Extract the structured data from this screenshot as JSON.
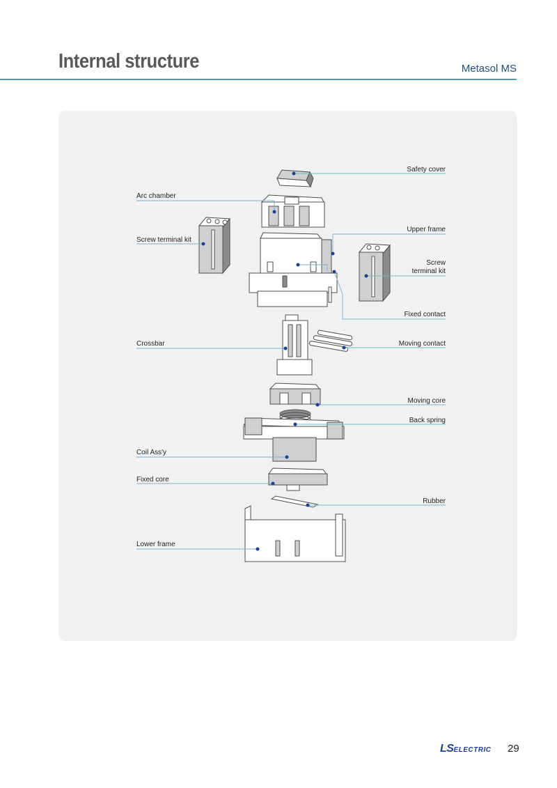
{
  "header": {
    "title": "Internal structure",
    "product": "Metasol MS"
  },
  "diagram": {
    "labels": {
      "safety_cover": "Safety cover",
      "arc_chamber": "Arc chamber",
      "upper_frame": "Upper frame",
      "screw_terminal_kit_left": "Screw terminal kit",
      "screw_terminal_kit_right_line1": "Screw",
      "screw_terminal_kit_right_line2": "terminal kit",
      "fixed_contact": "Fixed contact",
      "crossbar": "Crossbar",
      "moving_contact": "Moving contact",
      "moving_core": "Moving core",
      "back_spring": "Back spring",
      "coil_assy": "Coil Ass'y",
      "fixed_core": "Fixed core",
      "rubber": "Rubber",
      "lower_frame": "Lower frame"
    }
  },
  "footer": {
    "logo_ls": "LS",
    "logo_electric": "ELECTRIC",
    "page_number": "29"
  },
  "colors": {
    "accent_rule": "#4a9bb5",
    "leader_line": "#7ab3c6",
    "callout_dot": "#1f3f8f",
    "brand": "#1f3f8f",
    "panel": "#f1f1f2"
  }
}
